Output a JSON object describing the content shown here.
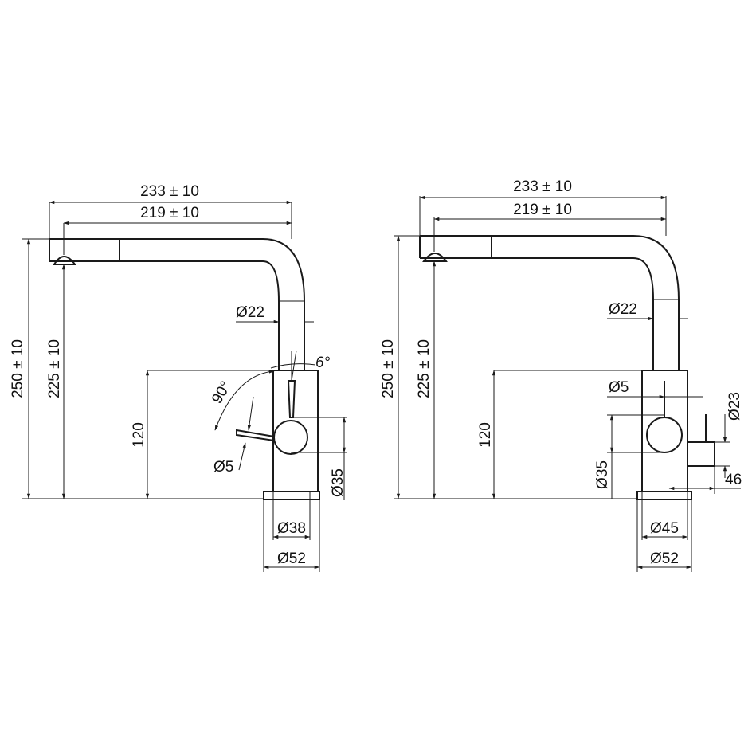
{
  "left_view": {
    "overall_reach": "233 ± 10",
    "spout_reach": "219 ± 10",
    "overall_height": "250 ± 10",
    "spout_height": "225 ± 10",
    "body_height": "120",
    "spout_tube_diameter": "Ø22",
    "tilt_angle": "6°",
    "lever_swing": "90°",
    "lever_diameter": "Ø5",
    "knob_diameter": "Ø35",
    "body_diameter": "Ø38",
    "base_diameter": "Ø52"
  },
  "right_view": {
    "overall_reach": "233 ± 10",
    "spout_reach": "219 ± 10",
    "overall_height": "250 ± 10",
    "spout_height": "225 ± 10",
    "body_height": "120",
    "spout_tube_diameter": "Ø22",
    "lever_diameter": "Ø5",
    "side_valve_diameter": "Ø23",
    "knob_diameter": "Ø35",
    "side_valve_offset": "46",
    "body_diameter": "Ø45",
    "base_diameter": "Ø52"
  }
}
